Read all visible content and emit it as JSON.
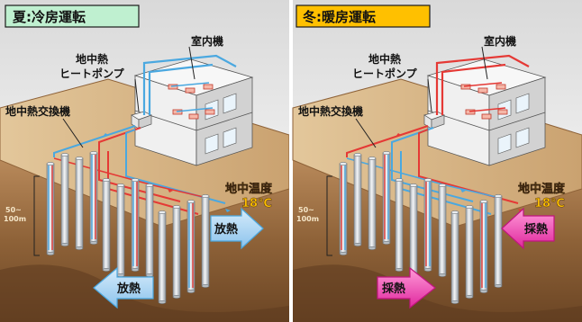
{
  "summer": {
    "title": "夏:冷房運転",
    "room_unit": "室内機",
    "heat_pump_line1": "地中熱",
    "heat_pump_line2": "ヒートポンプ",
    "exchanger": "地中熱交換機",
    "depth_top": "50~",
    "depth_bottom": "100m",
    "ground_temp_label": "地中温度",
    "ground_temp_value": "18℃",
    "arrow_right": "放熱",
    "arrow_bottom": "放熱"
  },
  "winter": {
    "title": "冬:暖房運転",
    "room_unit": "室内機",
    "heat_pump_line1": "地中熱",
    "heat_pump_line2": "ヒートポンプ",
    "exchanger": "地中熱交換機",
    "depth_top": "50~",
    "depth_bottom": "100m",
    "ground_temp_label": "地中温度",
    "ground_temp_value": "18℃",
    "arrow_right": "採熱",
    "arrow_bottom": "採熱"
  },
  "colors": {
    "summer_title_bg": "#bff0d0",
    "winter_title_bg": "#ffc000",
    "ground_temp_text": "#ffc000",
    "pipe_blue": "#4aa8e0",
    "pipe_red": "#e53935",
    "release_arrow": "#a9d3f0",
    "collect_arrow": "#f050b8"
  }
}
